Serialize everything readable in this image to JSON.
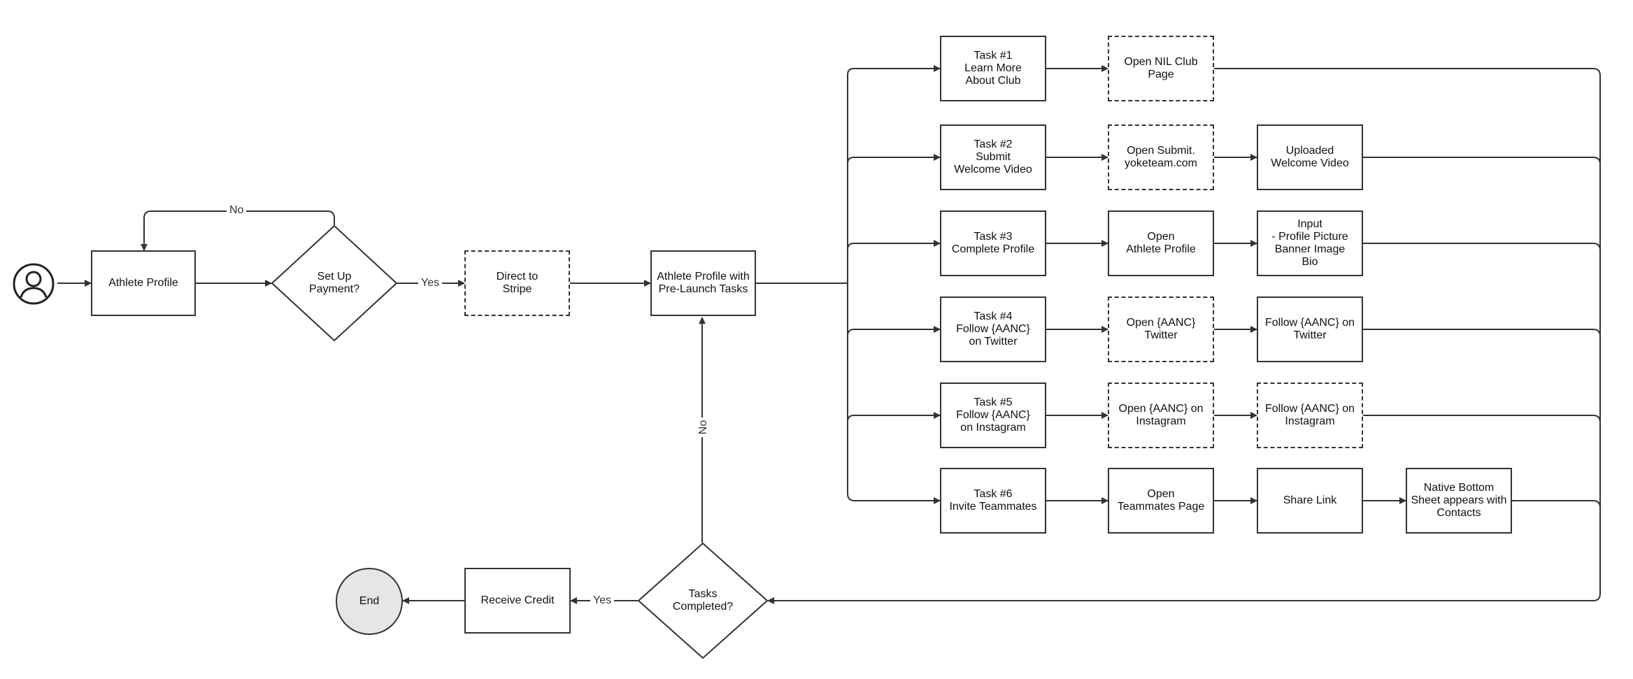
{
  "nodes": {
    "athlete_profile": "Athlete Profile",
    "set_up_payment": "Set Up\nPayment?",
    "direct_to_stripe": "Direct to\nStripe",
    "pre_launch": "Athlete Profile with\nPre-Launch Tasks",
    "task1": "Task #1\nLearn More\nAbout Club",
    "open_nil": "Open NIL Club\nPage",
    "task2": "Task #2\nSubmit\nWelcome Video",
    "open_submit": "Open Submit.\nyoketeam.com",
    "uploaded_video": "Uploaded\nWelcome Video",
    "task3": "Task #3\nComplete Profile",
    "open_athlete_profile": "Open\nAthlete Profile",
    "input_profile": "Input\n- Profile Picture\nBanner Image\nBio",
    "task4": "Task #4\nFollow {AANC}\non Twitter",
    "open_twitter": "Open {AANC}\nTwitter",
    "follow_twitter": "Follow {AANC} on\nTwitter",
    "task5": "Task #5\nFollow {AANC}\non Instagram",
    "open_instagram": "Open {AANC} on\nInstagram",
    "follow_instagram": "Follow {AANC} on\nInstagram",
    "task6": "Task #6\nInvite Teammates",
    "open_teammates": "Open\nTeammates Page",
    "share_link": "Share Link",
    "native_sheet": "Native Bottom\nSheet appears with\nContacts",
    "tasks_completed": "Tasks\nCompleted?",
    "receive_credit": "Receive Credit",
    "end": "End"
  },
  "edge_labels": {
    "no_payment": "No",
    "yes_payment": "Yes",
    "no_tasks": "No",
    "yes_tasks": "Yes"
  },
  "colors": {
    "stroke": "#333333",
    "end_fill": "#e6e6e6",
    "background": "#ffffff"
  },
  "icons": {
    "start": "user-icon"
  }
}
